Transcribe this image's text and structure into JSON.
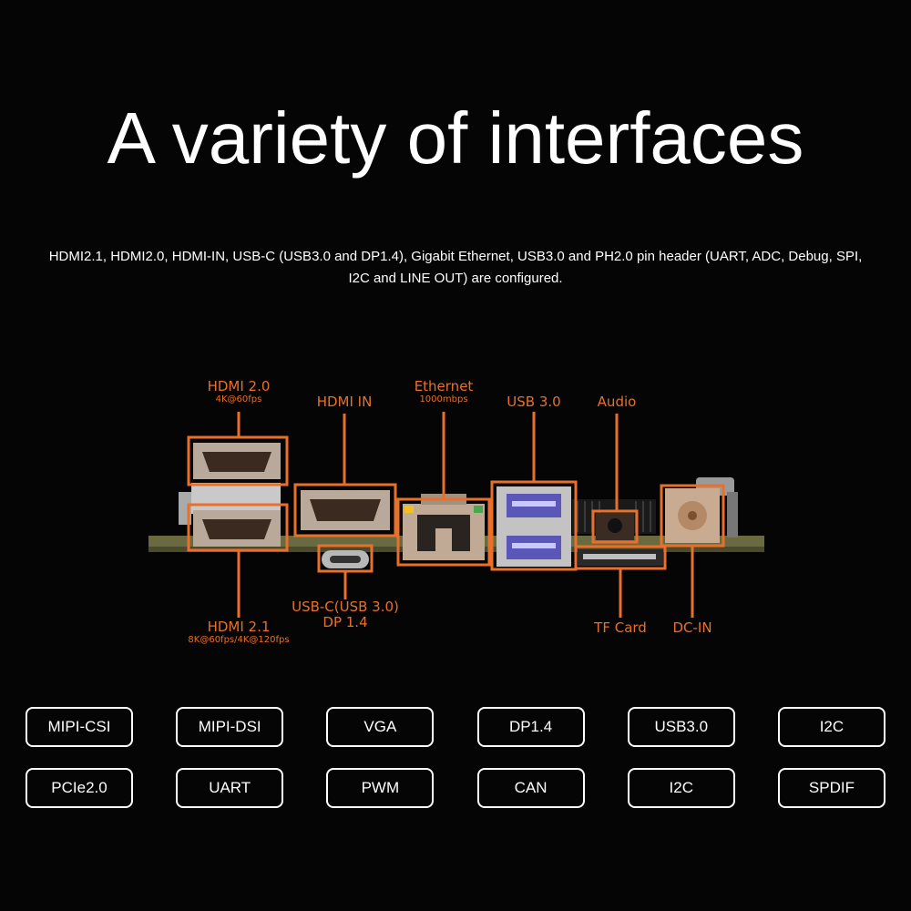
{
  "heading": "A variety of interfaces",
  "description": "HDMI2.1, HDMI2.0, HDMI-IN, USB-C (USB3.0 and DP1.4), Gigabit Ethernet, USB3.0 and PH2.0 pin header (UART, ADC, Debug, SPI, I2C and LINE OUT) are configured.",
  "accent_color": "#e8702a",
  "ports": {
    "hdmi20": {
      "label": "HDMI 2.0",
      "sub": "4K@60fps"
    },
    "hdmi_in": {
      "label": "HDMI IN"
    },
    "ethernet": {
      "label": "Ethernet",
      "sub": "1000mbps"
    },
    "usb30": {
      "label": "USB 3.0"
    },
    "audio": {
      "label": "Audio"
    },
    "usbc": {
      "label": "USB-C(USB 3.0)",
      "sub": "DP 1.4"
    },
    "hdmi21": {
      "label": "HDMI 2.1",
      "sub": "8K@60fps/4K@120fps"
    },
    "tf_card": {
      "label": "TF Card"
    },
    "dc_in": {
      "label": "DC-IN"
    }
  },
  "badges": [
    "MIPI-CSI",
    "MIPI-DSI",
    "VGA",
    "DP1.4",
    "USB3.0",
    "I2C",
    "PCIe2.0",
    "UART",
    "PWM",
    "CAN",
    "I2C",
    "SPDIF"
  ]
}
